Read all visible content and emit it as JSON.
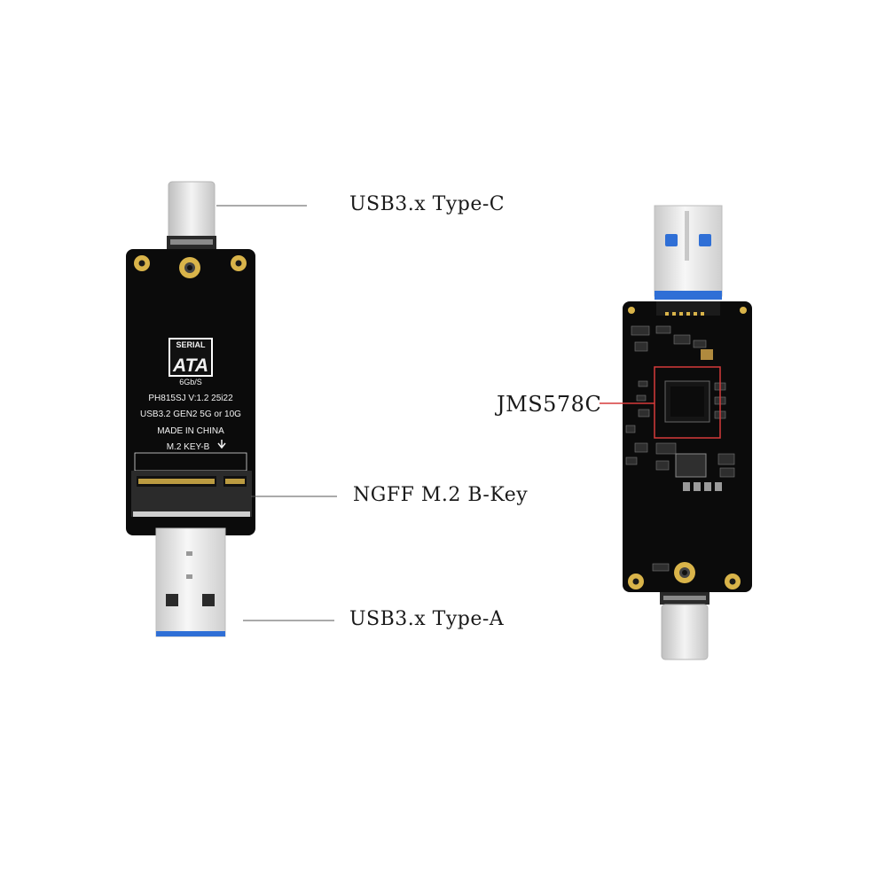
{
  "callouts": {
    "type_c": "USB3.x Type-C",
    "ngff": "NGFF M.2 B-Key",
    "type_a": "USB3.x Type-A",
    "chip": "JMS578C"
  },
  "front_board": {
    "logo_top": "SERIAL",
    "logo_main": "ATA",
    "logo_speed": "6Gb/S",
    "model_line": "PH815SJ  V:1.2  25i22",
    "spec_line": "USB3.2 GEN2 5G or 10G",
    "origin_line": "MADE IN CHINA",
    "key_line": "M.2 KEY-B"
  },
  "colors": {
    "pcb": "#0b0b0b",
    "pad_gold": "#d9b44a",
    "usb_blue": "#2f6fd6",
    "chip_outline": "#d63a3a",
    "metal": "#d9d9d9"
  }
}
